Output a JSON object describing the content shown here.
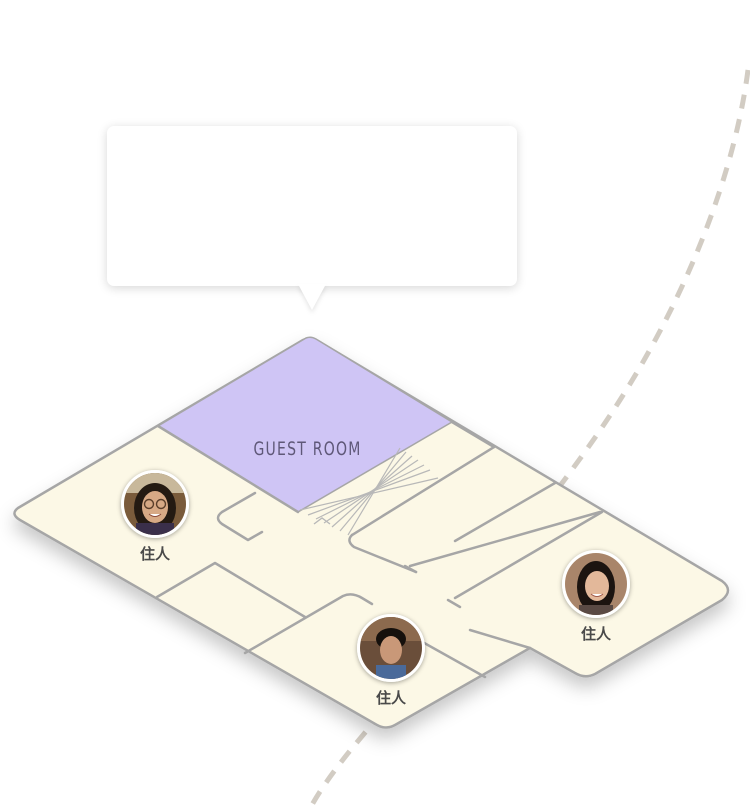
{
  "floorplan": {
    "room_label": "GUEST ROOM",
    "room_color": "#cfc5f5",
    "floor_color": "#fcf8e6",
    "wall_color": "#a6a6a6",
    "path_color": "#d2ccc3"
  },
  "tooltip": {
    "visible": true
  },
  "residents": [
    {
      "label": "住人",
      "avatar_icon": "resident-photo-woman-glasses"
    },
    {
      "label": "住人",
      "avatar_icon": "resident-photo-woman"
    },
    {
      "label": "住人",
      "avatar_icon": "resident-photo-man"
    }
  ]
}
